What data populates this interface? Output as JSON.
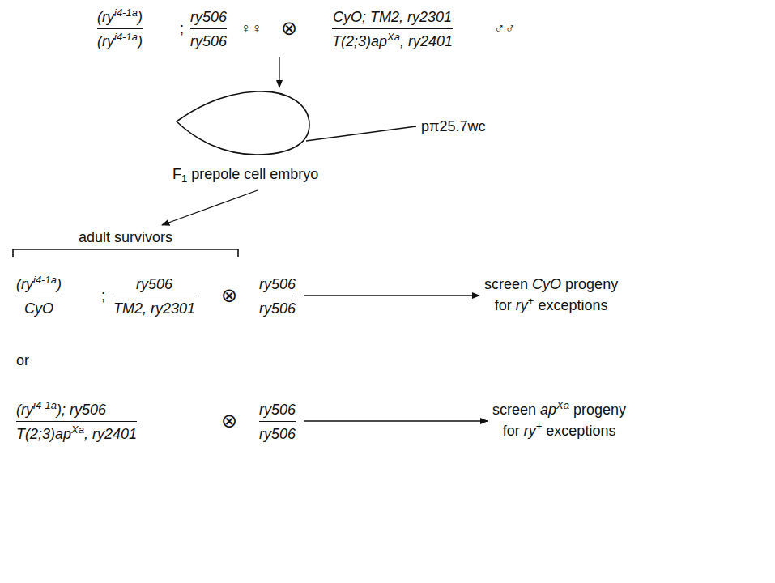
{
  "diagram": {
    "nodes": [
      {
        "text": [
          "(ry",
          "i4-1a",
          ")",
          "(ry",
          "i4-1a",
          ")",
          ";",
          "ry506",
          "ry506",
          "♀♀",
          "⊗",
          "CyO; TM2, ry2301",
          "T(2;3)ap",
          "Xa",
          ", ry2401",
          "♂♂"
        ]
      },
      {
        "text": [
          "F",
          "1",
          "prepole cell embryo"
        ]
      },
      {
        "text": [
          "adult survivors"
        ]
      },
      {
        "text": [
          "(ry",
          "i4-1a",
          ")",
          "CyO",
          ";",
          "ry506",
          "TM2, ry2301",
          "⊗",
          "ry506",
          "ry506"
        ]
      },
      {
        "text": [
          "screen",
          "CyO",
          "progeny",
          "for",
          "ry",
          "+",
          "exceptions"
        ]
      },
      {
        "text": [
          "(ry",
          "i4-1a",
          "); ry506",
          "T(2;3)ap",
          "Xa",
          ", ry2401",
          "⊗",
          "ry506",
          "ry506"
        ]
      },
      {
        "text": [
          "screen",
          "ap",
          "Xa",
          "progeny",
          "for",
          "ry",
          "+",
          "exceptions"
        ]
      }
    ],
    "edges": [
      {
        "from": 0,
        "to": 1,
        "arrow": "to"
      },
      {
        "from": 1,
        "to": 2,
        "arrow": "to"
      },
      {
        "from": 3,
        "to": 4,
        "arrow": "to"
      },
      {
        "from": 5,
        "to": 6,
        "arrow": "to"
      }
    ],
    "labels": [
      "pπ25.7wc",
      "or"
    ]
  }
}
